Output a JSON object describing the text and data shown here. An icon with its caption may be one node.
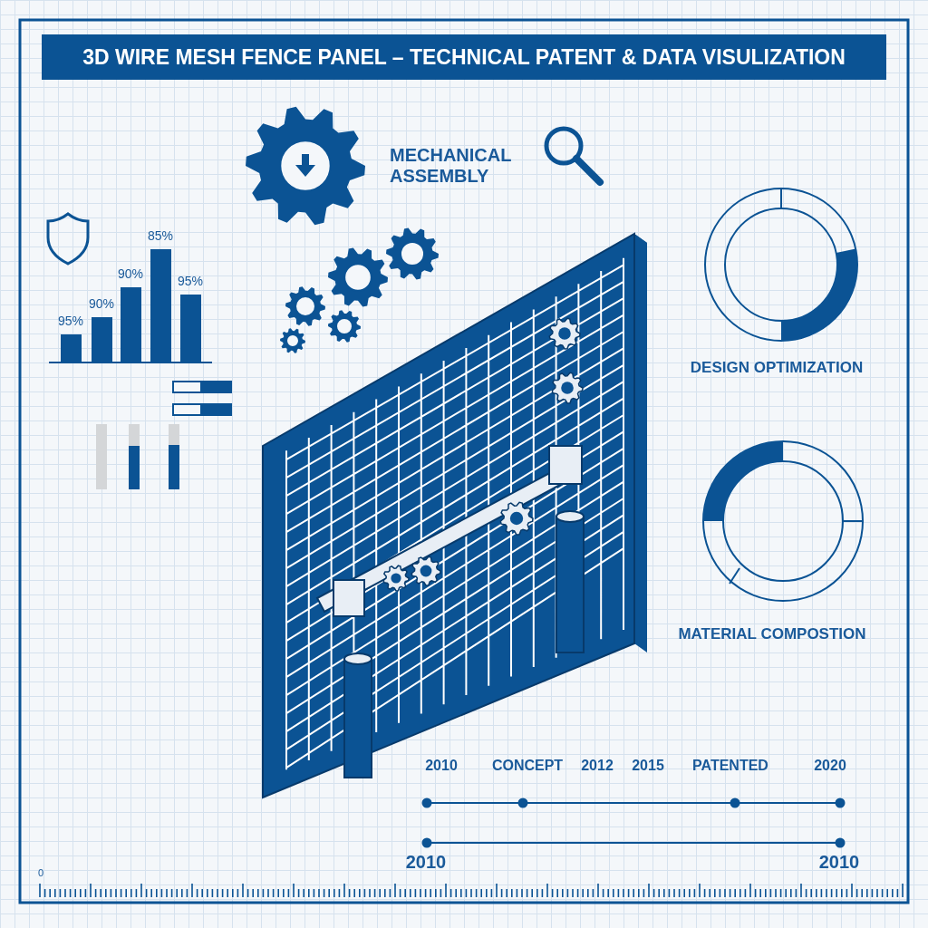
{
  "diagram": {
    "title": "3D WIRE MESH FENCE PANEL – TECHNICAL PATENT & DATA VISULIZATION",
    "labels": [
      "MECHANICAL ASSEMBLY",
      "95%",
      "90%",
      "90%",
      "85%",
      "95%",
      "DESIGN OPTIMIZATION",
      "MATERIAL COMPOSTION",
      "2010",
      "CONCEPT",
      "2012",
      "2015",
      "PATENTED",
      "2020",
      "2010",
      "2010",
      "0"
    ]
  }
}
